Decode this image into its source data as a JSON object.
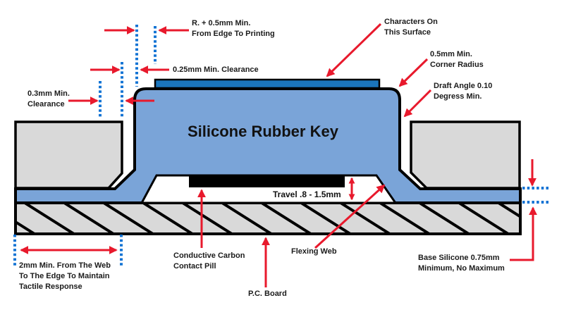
{
  "labels": {
    "key_body": "Silicone Rubber Key",
    "travel": "Travel .8 - 1.5mm",
    "edge_to_printing": [
      "R. + 0.5mm Min.",
      "From Edge To Printing"
    ],
    "clearance_025": "0.25mm Min. Clearance",
    "clearance_03": [
      "0.3mm Min.",
      "Clearance"
    ],
    "characters_surface": [
      "Characters On",
      "This Surface"
    ],
    "corner_radius": [
      "0.5mm Min.",
      "Corner Radius"
    ],
    "draft_angle": [
      "Draft Angle 0.10",
      "Degress Min."
    ],
    "web_to_edge": [
      "2mm Min. From The Web",
      "To The Edge To Maintain",
      "Tactile Response"
    ],
    "carbon_pill": [
      "Conductive Carbon",
      "Contact Pill"
    ],
    "pc_board": "P.C. Board",
    "flexing_web": "Flexing Web",
    "base_silicone": [
      "Base Silicone 0.75mm",
      "Minimum, No Maximum"
    ]
  },
  "colors": {
    "silicone_blue": "#7aa4d8",
    "print_surface_blue": "#1b75bc",
    "dimension_dotted_blue": "#1273d4",
    "arrow_red": "#e8192c",
    "housing_gray": "#d9d9d9",
    "background": "#ffffff"
  }
}
